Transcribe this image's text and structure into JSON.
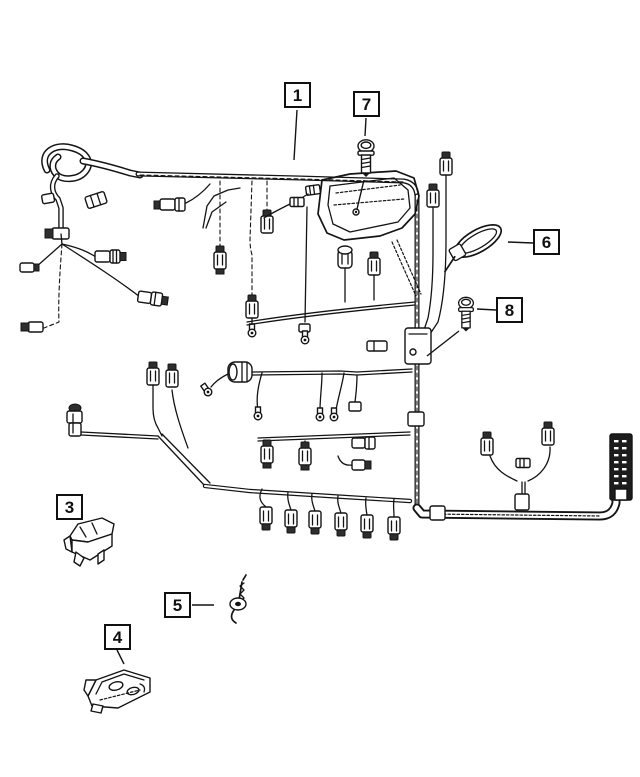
{
  "canvas": {
    "background": "#ffffff",
    "ink": "#141414"
  },
  "callouts": {
    "c1": {
      "label": "1"
    },
    "c3": {
      "label": "3"
    },
    "c4": {
      "label": "4"
    },
    "c5": {
      "label": "5"
    },
    "c6": {
      "label": "6"
    },
    "c7": {
      "label": "7"
    },
    "c8": {
      "label": "8"
    }
  }
}
